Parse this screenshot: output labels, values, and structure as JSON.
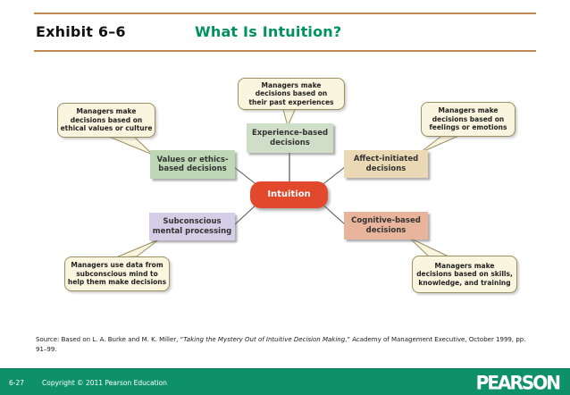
{
  "header": {
    "exhibit_label": "Exhibit 6–6",
    "title": "What Is Intuition?"
  },
  "diagram": {
    "center": {
      "label": "Intuition",
      "color": "#e2482b"
    },
    "nodes": [
      {
        "id": "values",
        "label": [
          "Values or ethics-",
          "based decisions"
        ],
        "color": "#bed8b6"
      },
      {
        "id": "experience",
        "label": [
          "Experience-based",
          "decisions"
        ],
        "color": "#cfdec8"
      },
      {
        "id": "affect",
        "label": [
          "Affect-initiated",
          "decisions"
        ],
        "color": "#ead9b4"
      },
      {
        "id": "subconscious",
        "label": [
          "Subconscious",
          "mental processing"
        ],
        "color": "#d6cee6"
      },
      {
        "id": "cognitive",
        "label": [
          "Cognitive-based",
          "decisions"
        ],
        "color": "#e8b49c"
      }
    ],
    "callouts": [
      {
        "for": "experience",
        "text": [
          "Managers make",
          "decisions based on",
          "their past experiences"
        ]
      },
      {
        "for": "values",
        "text": [
          "Managers make",
          "decisions based  on",
          "ethical values or culture"
        ]
      },
      {
        "for": "affect",
        "text": [
          "Managers make",
          "decisions based on",
          "feelings or emotions"
        ]
      },
      {
        "for": "subconscious",
        "text": [
          "Managers use data from",
          "subconscious mind to",
          "help them make decisions"
        ]
      },
      {
        "for": "cognitive",
        "text": [
          "Managers make",
          "decisions based on skills,",
          "knowledge, and training"
        ]
      }
    ]
  },
  "source": {
    "prefix": "Source: Based on L. A. Burke and M. K. Miller, “",
    "italic": "Taking the Mystery Out of Intuitive Decision Making",
    "suffix": ",” Academy of Management Executive, October 1999, pp. 91–99."
  },
  "footer": {
    "page_number": "6-27",
    "copyright": "Copyright © 2011 Pearson Education",
    "brand": "PEARSON"
  },
  "colors": {
    "title_green": "#00935d",
    "rule_tan": "#be8a52",
    "footer_green": "#0f9168",
    "intuition_red": "#e2482b",
    "callout_cream": "#f9f5df",
    "callout_border": "#9a8f62"
  }
}
